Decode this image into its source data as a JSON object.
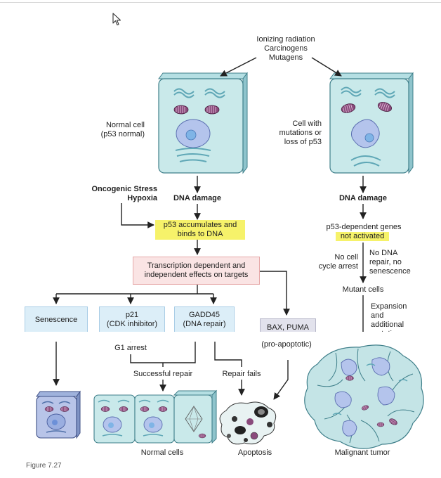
{
  "title": "",
  "top_cause": [
    "Ionizing radiation",
    "Carcinogens",
    "Mutagens"
  ],
  "normal_cell_label": [
    "Normal cell",
    "(p53 normal)"
  ],
  "mutant_cell_label": [
    "Cell with",
    "mutations or",
    "loss of p53"
  ],
  "stress_label": [
    "Oncogenic Stress",
    "Hypoxia"
  ],
  "dna_damage_left": "DNA damage",
  "dna_damage_right": "DNA damage",
  "p53_accum": [
    "p53 accumulates and",
    "binds to DNA"
  ],
  "p53_dependent": "p53-dependent genes",
  "not_activated": "not activated",
  "transcription": [
    "Transcription dependent and",
    "independent effects on targets"
  ],
  "no_cell_cycle": [
    "No cell",
    "cycle arrest"
  ],
  "no_dna_repair": [
    "No DNA",
    "repair, no",
    "senescence"
  ],
  "mutant_cells": "Mutant cells",
  "expansion": [
    "Expansion",
    "and",
    "additional",
    "mutations"
  ],
  "senescence": "Senescence",
  "p21": [
    "p21",
    "(CDK inhibitor)"
  ],
  "gadd45": [
    "GADD45",
    "(DNA repair)"
  ],
  "bax": "BAX, PUMA",
  "pro_apoptotic": "(pro-apoptotic)",
  "g1_arrest": "G1 arrest",
  "successful_repair": "Successful repair",
  "repair_fails": "Repair fails",
  "normal_cells": "Normal cells",
  "apoptosis": "Apoptosis",
  "malignant_tumor": "Malignant tumor",
  "figure_label": "Figure 7.27",
  "colors": {
    "cell_face": "#c9e9ea",
    "cell_side": "#93c8cf",
    "mito": "#8a4a7c",
    "nucleus": "#b4c4ec",
    "highlight": "#f6f26a"
  }
}
